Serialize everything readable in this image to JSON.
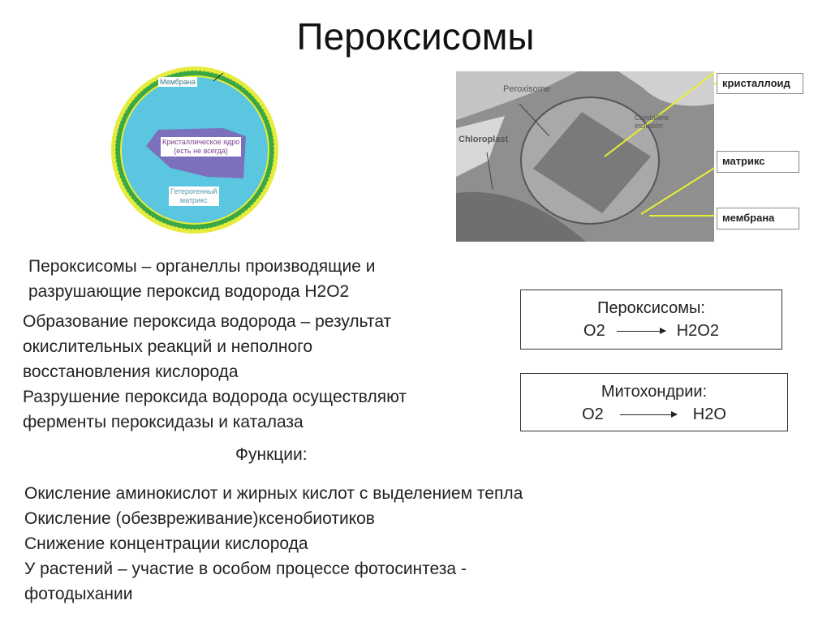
{
  "title": "Пероксисомы",
  "diagram": {
    "membrane_label": "Мембрана",
    "core_label_1": "Кристаллическое ядро",
    "core_label_2": "(есть не всегда)",
    "matrix_label_1": "Гетерогенный",
    "matrix_label_2": "матрикс",
    "colors": {
      "matrix": "#5bc6df",
      "membrane_outer": "#e6ec3c",
      "membrane_inner": "#39a845",
      "core": "#7c6fbb"
    }
  },
  "micrograph": {
    "image_labels": [
      "Peroxisome",
      "Chloroplast",
      "Crystalline inclusion"
    ],
    "callouts": [
      "кристаллоид",
      "матрикс",
      "мембрана"
    ],
    "callout_color": "#e8f030"
  },
  "intro": {
    "line1": "Пероксисомы – органеллы производящие и",
    "line2": "разрушающие пероксид водорода H2O2"
  },
  "formation": {
    "lines": [
      "Образование пероксида водорода – результат",
      "окислительных реакций и неполного",
      "восстановления кислорода",
      "Разрушение пероксида водорода осуществляют",
      "ферменты пероксидазы и каталаза"
    ]
  },
  "boxes": [
    {
      "title": "Пероксисомы:",
      "from": "O2",
      "to": "H2O2"
    },
    {
      "title": "Митохондрии:",
      "from": "O2",
      "to": "H2O"
    }
  ],
  "functions": {
    "heading": "Функции:",
    "lines": [
      "Окисление аминокислот и жирных кислот с выделением тепла",
      "Окисление (обезвреживание)ксенобиотиков",
      "Снижение концентрации кислорода",
      "У растений – участие в особом процессе фотосинтеза -",
      "фотодыхании"
    ]
  }
}
